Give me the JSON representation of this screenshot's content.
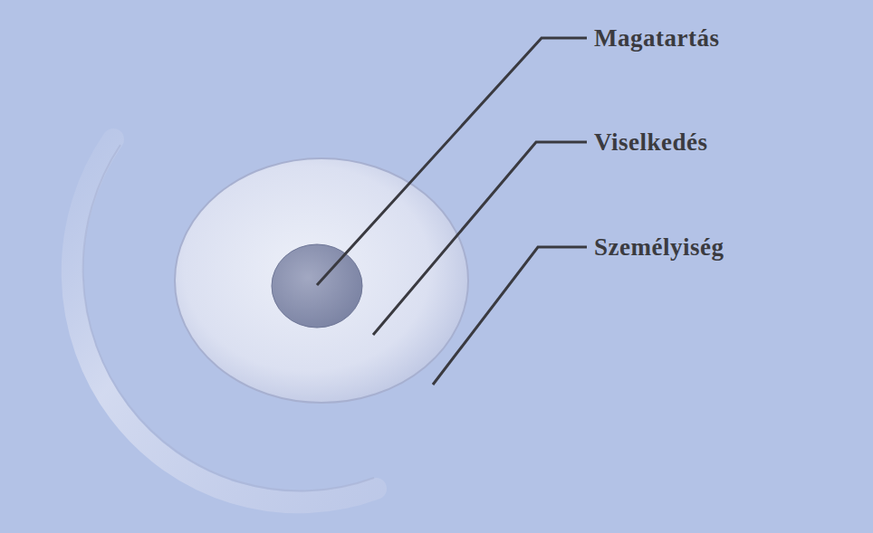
{
  "diagram": {
    "labels": [
      "Magatartás",
      "Viselkedés",
      "Személyiség"
    ]
  }
}
